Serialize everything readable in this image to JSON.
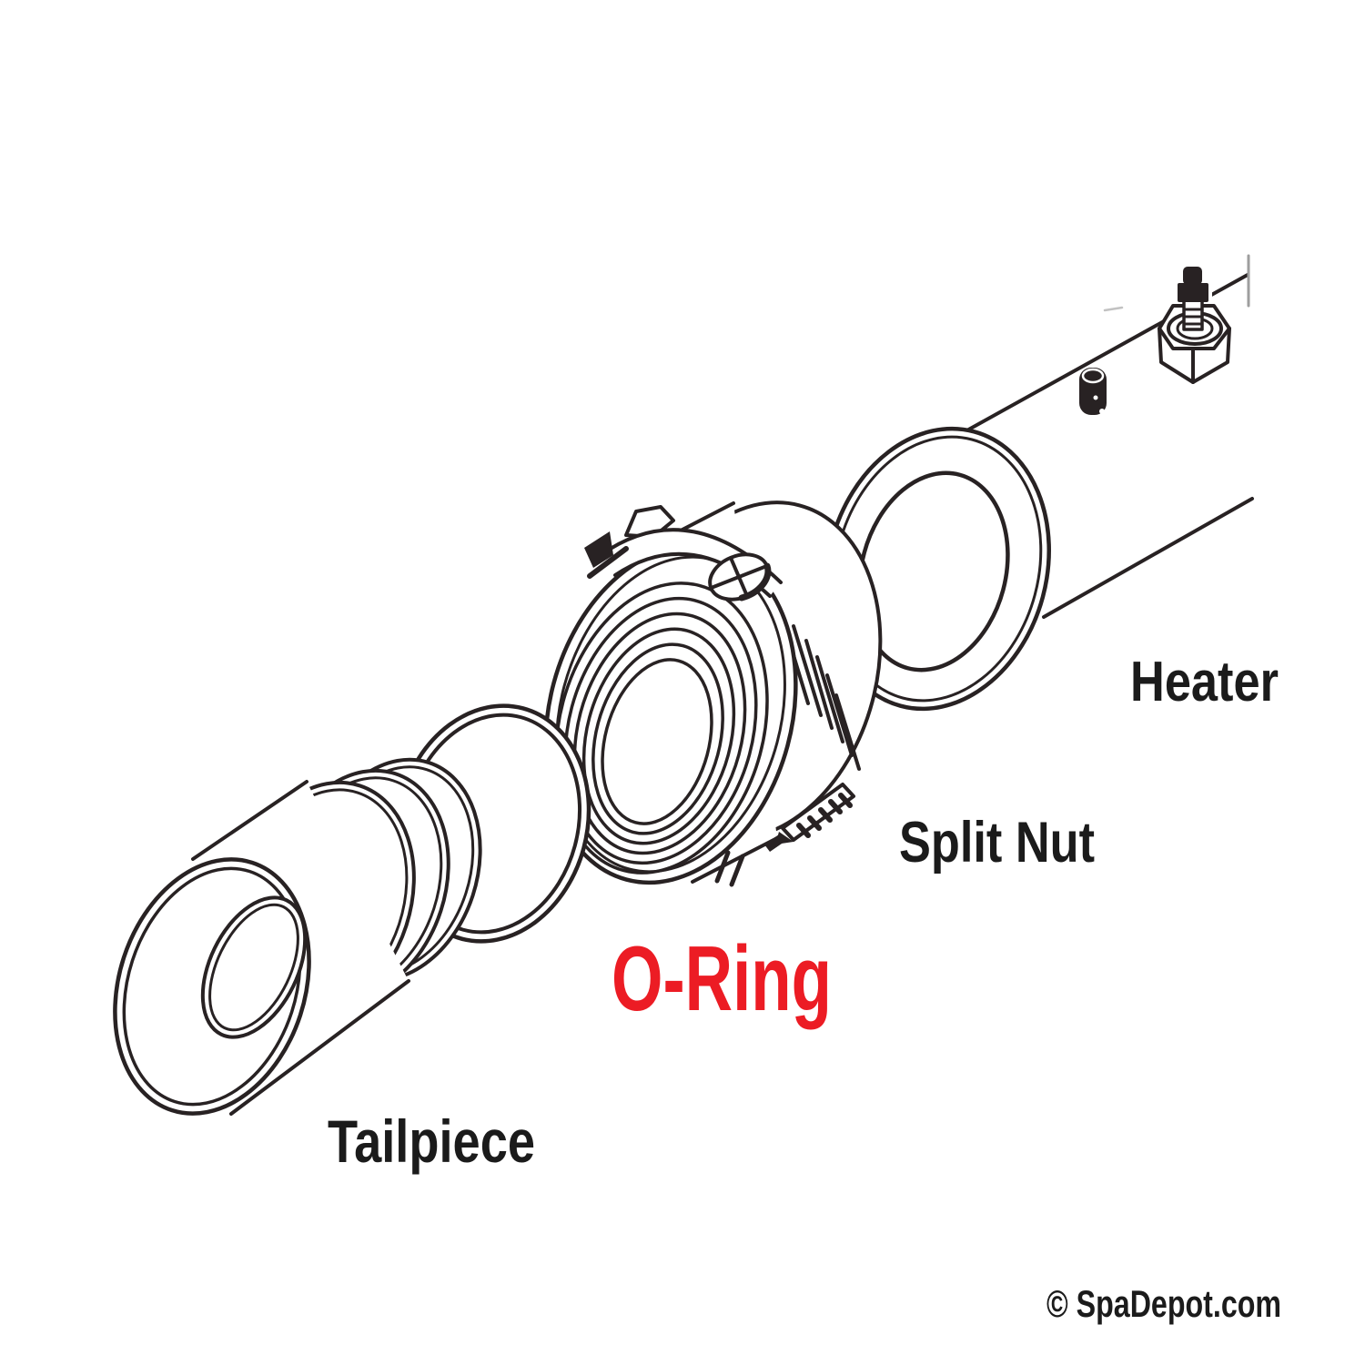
{
  "diagram": {
    "type": "exploded parts diagram",
    "subject": "Spa heater assembly",
    "colors": {
      "line": "#282223",
      "label": "#1b1b1b",
      "highlight": "#EC1C24",
      "background": "#ffffff"
    },
    "labels": {
      "tailpiece": "Tailpiece",
      "o_ring": "O-Ring",
      "split_nut": "Split Nut",
      "heater": "Heater"
    },
    "watermark": "© SpaDepot.com"
  }
}
